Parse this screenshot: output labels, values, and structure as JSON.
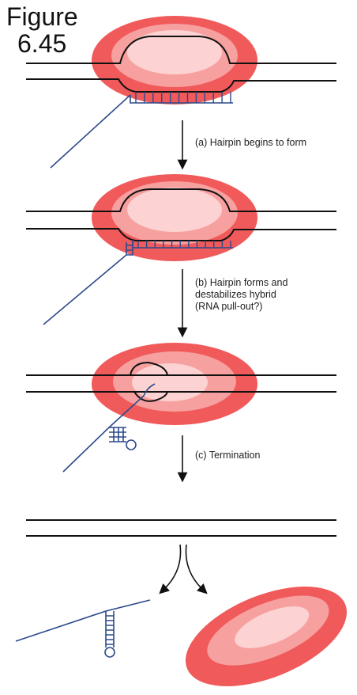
{
  "title": {
    "line1": "Figure",
    "line2": "6.45"
  },
  "steps": [
    {
      "label": "(a) Hairpin begins to form"
    },
    {
      "label": "(b) Hairpin forms and\ndestabilizes hybrid\n(RNA pull-out?)"
    },
    {
      "label": "(c) Termination"
    }
  ],
  "colors": {
    "polymerase_outer": "#f05a5a",
    "polymerase_mid": "#f7a0a0",
    "polymerase_inner": "#fcd2d2",
    "dna": "#111111",
    "rna": "#2c4a8c",
    "arrow": "#111111"
  }
}
